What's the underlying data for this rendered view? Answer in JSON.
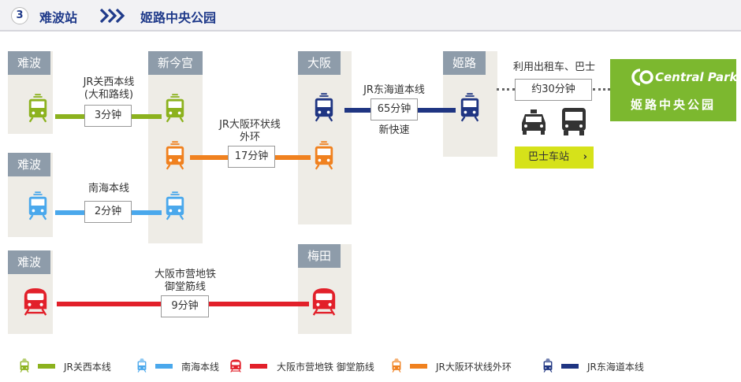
{
  "header": {
    "step": "3",
    "from": "难波站",
    "to": "姬路中央公园"
  },
  "stations": {
    "namba_jr": "难波",
    "namba_nankai": "难波",
    "namba_subway": "难波",
    "shin_imamiya": "新今宫",
    "osaka": "大阪",
    "umeda": "梅田",
    "himeji": "姬路"
  },
  "routes": {
    "jr_kansai": {
      "label1": "JR关西本线",
      "label2": "(大和路线)",
      "time": "3分钟"
    },
    "nankai": {
      "label": "南海本线",
      "time": "2分钟"
    },
    "loop": {
      "label1": "JR大阪环状线",
      "label2": "外环",
      "time": "17分钟"
    },
    "midosuji": {
      "label1": "大阪市营地铁",
      "label2": "御堂筋线",
      "time": "9分钟"
    },
    "tokaido": {
      "label": "JR东海道本线",
      "time": "65分钟",
      "sublabel": "新快速"
    },
    "taxi": {
      "label": "利用出租车、巴士",
      "time": "约30分钟"
    }
  },
  "destination": {
    "logo": "Central Park",
    "name": "姬路中央公园"
  },
  "bus_stop_button": "巴士车站",
  "legend": [
    {
      "name": "JR关西本线",
      "color": "#8cb21e"
    },
    {
      "name": "南海本线",
      "color": "#4aa8ec"
    },
    {
      "name": "大阪市营地铁 御堂筋线",
      "color": "#e2202a"
    },
    {
      "name": "JR大阪环状线外环",
      "color": "#f0811f"
    },
    {
      "name": "JR东海道本线",
      "color": "#1f3582"
    }
  ],
  "colors": {
    "jr_kansai": "#8cb21e",
    "nankai": "#4aa8ec",
    "midosuji": "#e2202a",
    "loop": "#f0811f",
    "tokaido": "#1f3582",
    "destination": "#7cb82f",
    "bus_button": "#d6e21a"
  },
  "icons": [
    "train-icon",
    "taxi-icon",
    "bus-icon",
    "chevron-right-icon",
    "double-chevron-right-icon"
  ]
}
